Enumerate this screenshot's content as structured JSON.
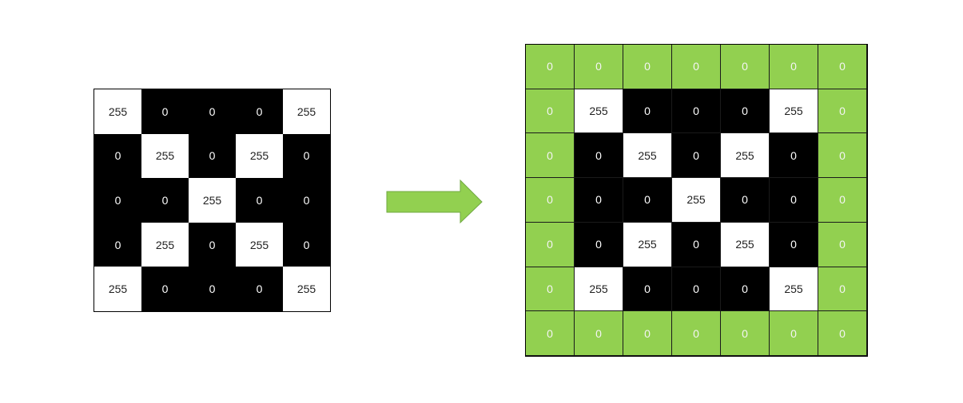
{
  "source_matrix": {
    "rows": [
      [
        "255",
        "0",
        "0",
        "0",
        "255"
      ],
      [
        "0",
        "255",
        "0",
        "255",
        "0"
      ],
      [
        "0",
        "0",
        "255",
        "0",
        "0"
      ],
      [
        "0",
        "255",
        "0",
        "255",
        "0"
      ],
      [
        "255",
        "0",
        "0",
        "0",
        "255"
      ]
    ]
  },
  "padded_matrix": {
    "padding_value": "0",
    "rows": [
      [
        "0",
        "0",
        "0",
        "0",
        "0",
        "0",
        "0"
      ],
      [
        "0",
        "255",
        "0",
        "0",
        "0",
        "255",
        "0"
      ],
      [
        "0",
        "0",
        "255",
        "0",
        "255",
        "0",
        "0"
      ],
      [
        "0",
        "0",
        "0",
        "255",
        "0",
        "0",
        "0"
      ],
      [
        "0",
        "0",
        "255",
        "0",
        "255",
        "0",
        "0"
      ],
      [
        "0",
        "255",
        "0",
        "0",
        "0",
        "255",
        "0"
      ],
      [
        "0",
        "0",
        "0",
        "0",
        "0",
        "0",
        "0"
      ]
    ]
  },
  "colors": {
    "padding": "#92d050",
    "white_pixel": "#ffffff",
    "black_pixel": "#000000",
    "arrow_fill": "#92d050",
    "arrow_stroke": "#70a842"
  },
  "arrow": {
    "icon": "right-arrow-icon"
  }
}
